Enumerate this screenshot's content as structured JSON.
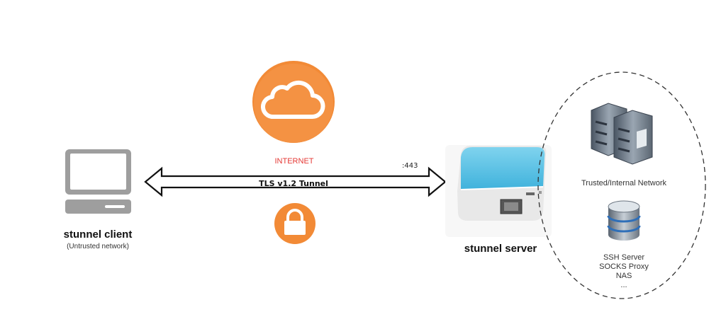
{
  "client": {
    "title": "stunnel client",
    "subtitle": "(Untrusted network)"
  },
  "internet": {
    "label": "INTERNET",
    "label_color": "#e53935",
    "cloud_color": "#f28a36"
  },
  "tunnel": {
    "label": "TLS v1.2 Tunnel",
    "port": ":443"
  },
  "server": {
    "title": "stunnel server"
  },
  "trusted_network": {
    "label": "Trusted/Internal Network",
    "services": [
      "SSH Server",
      "SOCKS Proxy",
      "NAS",
      "..."
    ]
  },
  "icons": [
    "laptop-icon",
    "cloud-icon",
    "lock-icon",
    "router-icon",
    "servers-icon",
    "database-icon"
  ]
}
